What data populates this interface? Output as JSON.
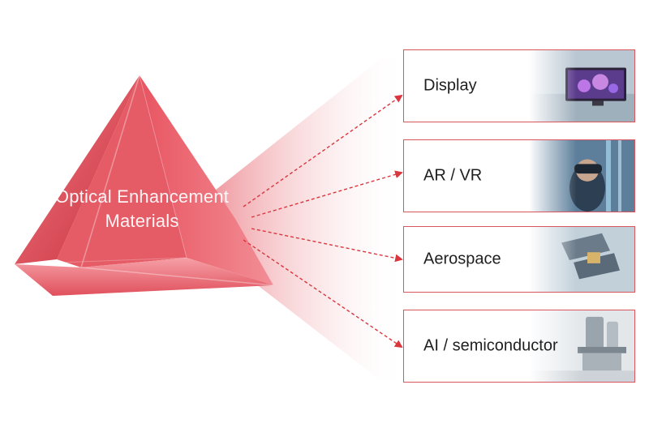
{
  "diagram": {
    "center_label_lines": [
      "Optical Enhancement",
      "Materials"
    ],
    "applications": [
      {
        "label": "Display",
        "icon": "display-monitor-photo"
      },
      {
        "label": "AR / VR",
        "icon": "vr-headset-photo"
      },
      {
        "label": "Aerospace",
        "icon": "satellite-photo"
      },
      {
        "label": "AI / semiconductor",
        "icon": "microscope-lab-photo"
      }
    ],
    "colors": {
      "accent": "#d9363e",
      "prism": "#e24a56",
      "card_border": "#d9565f",
      "text": "#1f1f1f"
    }
  }
}
